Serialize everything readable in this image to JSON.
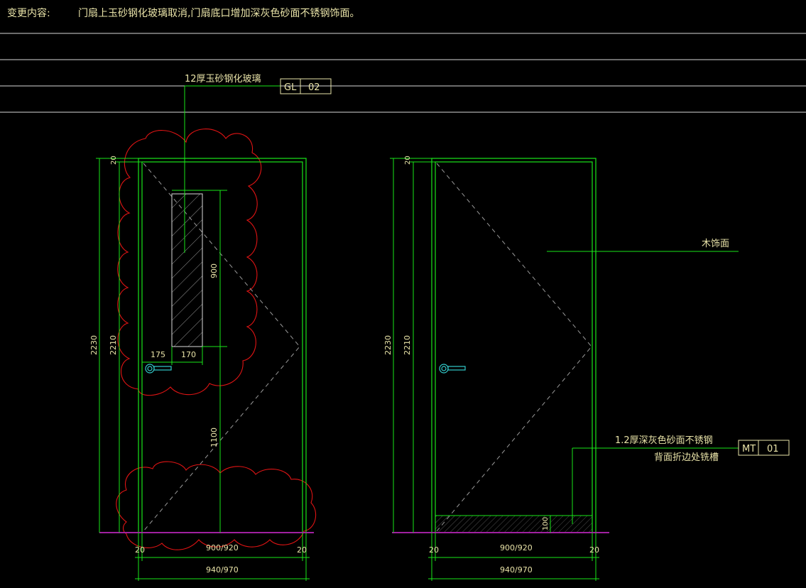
{
  "header": {
    "change_label": "变更内容:",
    "change_desc": "门扇上玉砂钢化玻璃取消,门扇底口增加深灰色砂面不锈钢饰面。"
  },
  "colors": {
    "background": "#000000",
    "frame": "#19e619",
    "cloud": "#e01414",
    "text": "#e9e3a8",
    "dashed": "#9a9a9a",
    "floor": "#a020a0",
    "handle": "#33cccc",
    "hatch": "#bbbbbb"
  },
  "left_elevation": {
    "glass_label": "12厚玉砂钢化玻璃",
    "glass_tag_code": "GL",
    "glass_tag_num": "02",
    "dim_overall_height": "2230",
    "dim_leaf_height": "2210",
    "dim_top_gap": "20",
    "dim_glass_height": "900",
    "dim_glass_to_floor": "1100",
    "dim_glass_offset": "175",
    "dim_glass_width": "170",
    "dim_left_frame": "20",
    "dim_right_frame": "20",
    "dim_leaf_width": "900/920",
    "dim_total_width": "940/970"
  },
  "right_elevation": {
    "wood_label": "木饰面",
    "steel_label_1": "1.2厚深灰色砂面不锈钢",
    "steel_label_2": "背面折边处铣槽",
    "steel_tag_code": "MT",
    "steel_tag_num": "01",
    "dim_overall_height": "2230",
    "dim_leaf_height": "2210",
    "dim_top_gap": "20",
    "dim_kick_height": "100",
    "dim_left_frame": "20",
    "dim_right_frame": "20",
    "dim_leaf_width": "900/920",
    "dim_total_width": "940/970"
  }
}
